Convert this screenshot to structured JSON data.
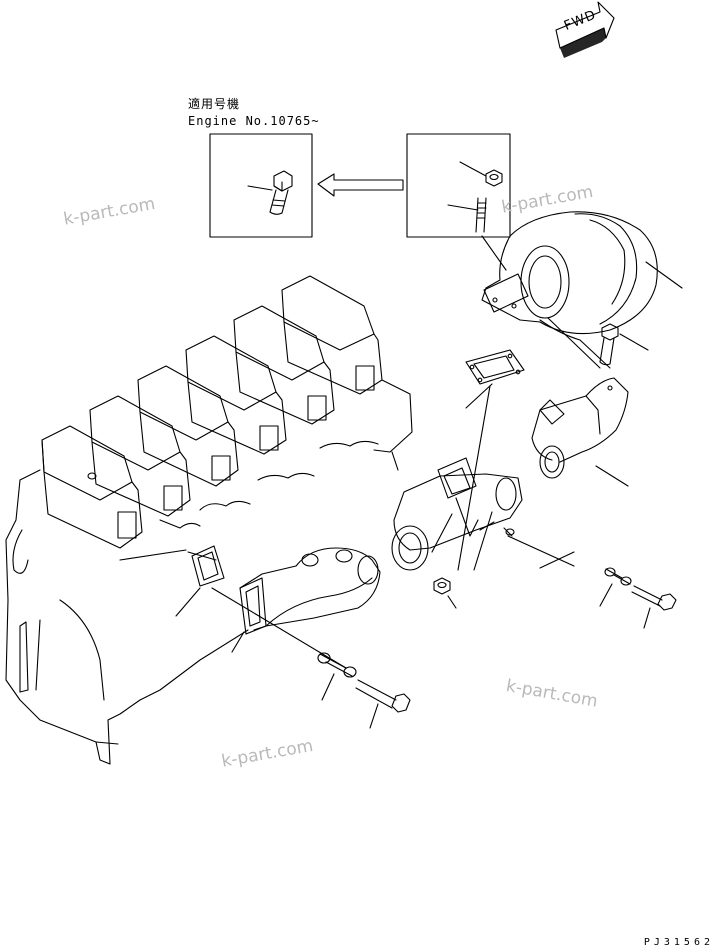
{
  "applicability": {
    "heading": "適用号機",
    "serial": "Engine No.10765~"
  },
  "direction_label": "FWD",
  "drawing_number": "PJ31562",
  "watermarks": [
    "k-part.com",
    "k-part.com",
    "k-part.com",
    "k-part.com"
  ],
  "colors": {
    "line": "#000000",
    "watermark": "#b9b9b9",
    "background": "#ffffff"
  }
}
